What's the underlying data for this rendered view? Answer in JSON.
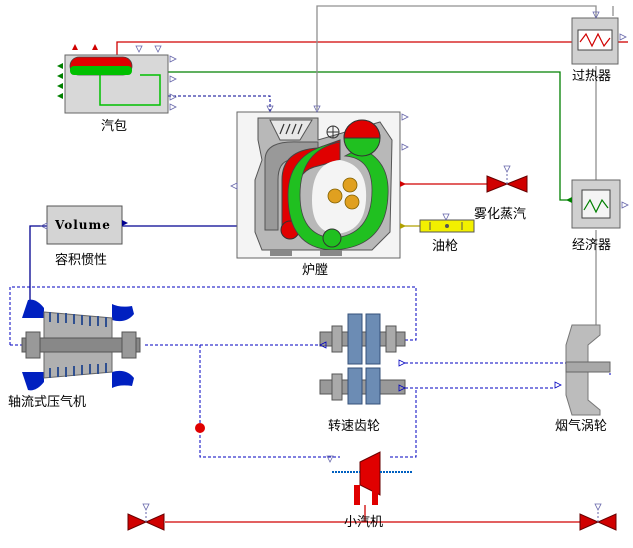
{
  "labels": {
    "drum": "汽包",
    "superheater": "过热器",
    "economizer": "经济器",
    "furnace": "炉膛",
    "atomizing_steam": "雾化蒸汽",
    "oil_gun": "油枪",
    "volume_label": "容积惯性",
    "volume_text": "Volume",
    "compressor": "轴流式压气机",
    "gear": "转速齿轮",
    "gas_turbine": "烟气涡轮",
    "small_turbine": "小汽机"
  },
  "colors": {
    "steam_line": "#e00000",
    "feedwater_line": "#008000",
    "air_line": "#000090",
    "flue_line": "#808080",
    "signal_line": "#0000c0",
    "valve": "#cc0000",
    "drum_fill": "#e8e8e8",
    "panel": "#d4d4d4"
  },
  "icons": [
    "drum-icon",
    "superheater-icon",
    "economizer-icon",
    "furnace-icon",
    "valve-icon",
    "oil-gun-icon",
    "volume-icon",
    "compressor-icon",
    "gear-icon",
    "gas-turbine-icon",
    "small-turbine-icon"
  ]
}
